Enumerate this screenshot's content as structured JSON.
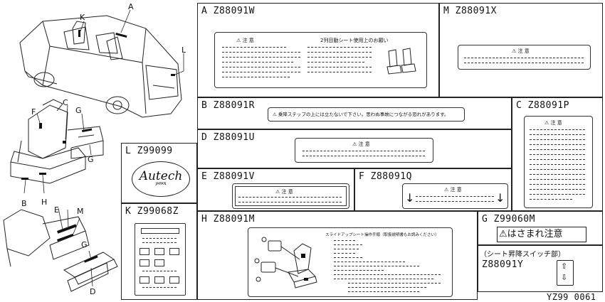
{
  "callouts": {
    "A": "A",
    "K": "K",
    "L": "L",
    "F": "F",
    "C": "C",
    "G1": "G",
    "G2": "G",
    "B": "B",
    "H": "H",
    "E": "E",
    "M": "M",
    "G3": "G",
    "D": "D"
  },
  "cells": {
    "A": {
      "code": "A Z88091W",
      "warn": "注 意",
      "warn2": "2列目動シート使用上のお願い"
    },
    "M": {
      "code": "M Z88091X",
      "warn": "注 意"
    },
    "B": {
      "code": "B Z88091R",
      "warn": "乗降ステップの上には立たないで下さい。思わぬ事故につながる恐れがあります。"
    },
    "C": {
      "code": "C Z88091P",
      "warn": "注 意"
    },
    "D": {
      "code": "D Z88091U",
      "warn": "注 意"
    },
    "E": {
      "code": "E Z88091V",
      "warn": "注 意"
    },
    "F": {
      "code": "F Z88091Q",
      "warn": "注 意"
    },
    "L": {
      "code": "L Z99099",
      "logo": "Autech",
      "logo_sub": "JAPAN"
    },
    "K": {
      "code": "K Z99068Z"
    },
    "H": {
      "code": "H Z88091M",
      "title": "スライドアップシート操作手順（取扱説明書もお読みください）"
    },
    "G": {
      "code": "G Z99060M",
      "label": "はさまれ注意"
    },
    "switch": {
      "caption": "（シート昇降スイッチ部）",
      "code": "Z88091Y"
    }
  },
  "footer": {
    "ref": "YZ99 0061"
  }
}
